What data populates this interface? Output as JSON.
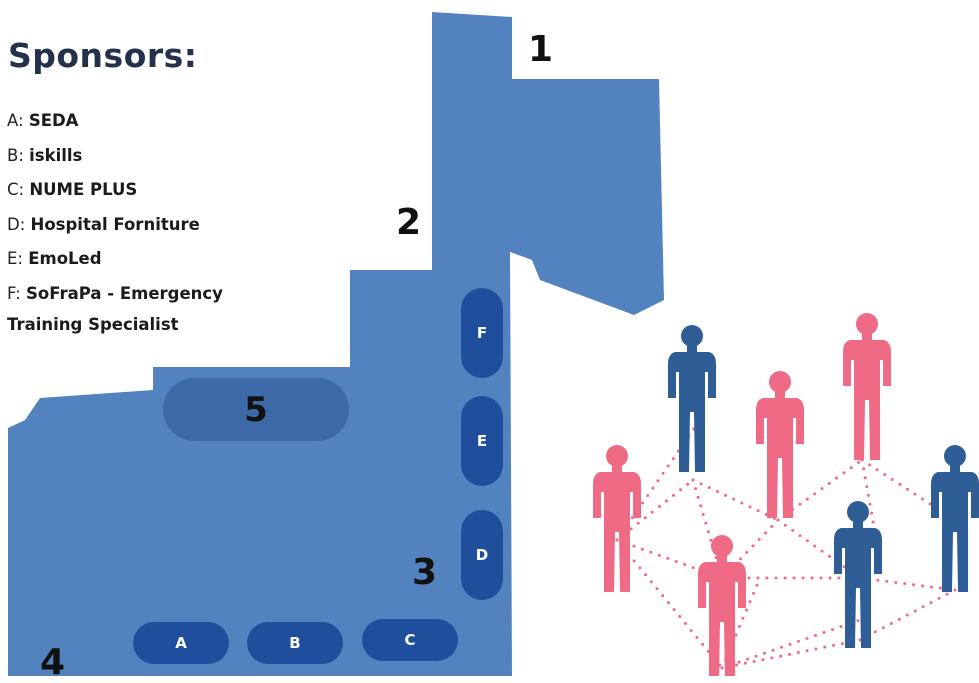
{
  "title": "Sponsors:",
  "sponsors": [
    {
      "letter": "A:",
      "name": "SEDA"
    },
    {
      "letter": "B:",
      "name": "iskills"
    },
    {
      "letter": "C:",
      "name": "NUME PLUS"
    },
    {
      "letter": "D:",
      "name": "Hospital Forniture"
    },
    {
      "letter": "E:",
      "name": "EmoLed"
    },
    {
      "letter": "F:",
      "name": "SoFraPa - Emergency",
      "name_cont": "Training Specialist"
    }
  ],
  "booths": {
    "A": "A",
    "B": "B",
    "C": "C",
    "D": "D",
    "E": "E",
    "F": "F"
  },
  "areas": {
    "one": "1",
    "two": "2",
    "three": "3",
    "four": "4",
    "five": "5"
  },
  "colors": {
    "floor": "#5283bf",
    "booth": "#1f4e9c",
    "zone": "#3d6aa6",
    "person_blue": "#2f5d96",
    "person_pink": "#ef6a85",
    "network_dots": "#ef6a85"
  },
  "icons": [
    "person-icon"
  ]
}
